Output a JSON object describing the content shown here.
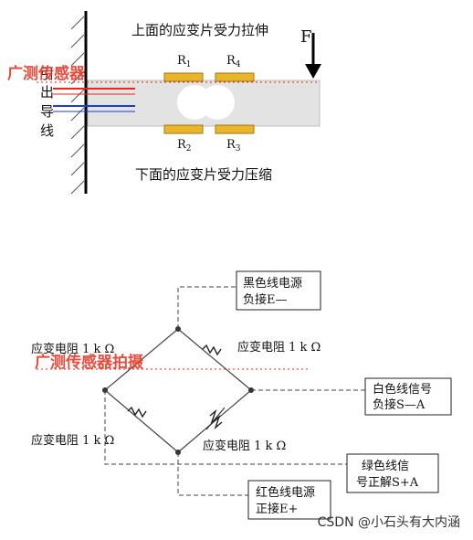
{
  "top": {
    "caption_upper": "上面的应变片受力拉伸",
    "caption_lower": "下面的应变片受力压缩",
    "force": "F",
    "wire_label": [
      "引",
      "出",
      "导",
      "线"
    ],
    "gauges": {
      "r1": "R",
      "r1_sub": "1",
      "r4": "R",
      "r4_sub": "4",
      "r2": "R",
      "r2_sub": "2",
      "r3": "R",
      "r3_sub": "3"
    },
    "watermark": "广测传感器"
  },
  "bottom": {
    "black_wire_line1": "黑色线电源",
    "black_wire_line2": "负接E—",
    "white_wire_line1": "白色线信号",
    "white_wire_line2": "负接S—A",
    "green_wire_line1": "绿色线信",
    "green_wire_line2": "号正解S+A",
    "red_wire_line1": "红色线电源",
    "red_wire_line2": "正接E+",
    "res_top_left": "应变电阻 1 k Ω",
    "res_top_right": "应变电阻 1 k Ω",
    "res_bottom_left": "应变电阻 1 k Ω",
    "res_bottom_right": "应变电阻 1 k Ω",
    "watermark": "广测传感器拍摄"
  },
  "footer": {
    "credit": "CSDN @小石头有大内涵"
  },
  "colors": {
    "beam": "#e3e3e3",
    "gauge": "#e9b52b",
    "red_wire": "#e8261d",
    "blue_wire": "#1f3bd0",
    "watermark": "#e23b2a"
  }
}
